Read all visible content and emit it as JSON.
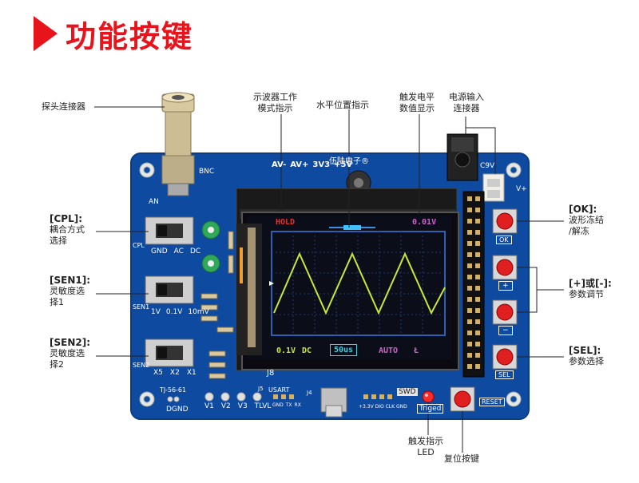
{
  "title": "功能按键",
  "colors": {
    "accent": "#e8141c",
    "pcb": "#0d4aa0",
    "lcd_bg": "#0a0a10",
    "wave": "#c8e83a",
    "button_red": "#e02020"
  },
  "callouts": {
    "probe": "探头连接器",
    "mode1": "示波器工作",
    "mode2": "模式指示",
    "hpos": "水平位置指示",
    "trig1": "触发电平",
    "trig2": "数值显示",
    "pwr1": "电源输入",
    "pwr2": "连接器",
    "cpl_head": "[CPL]:",
    "cpl_l1": "耦合方式",
    "cpl_l2": "选择",
    "sen1_head": "[SEN1]:",
    "sen1_l1": "灵敏度选",
    "sen1_l2": "择1",
    "sen2_head": "[SEN2]:",
    "sen2_l1": "灵敏度选",
    "sen2_l2": "择2",
    "ok_head": "[OK]:",
    "ok_l1": "波形冻结",
    "ok_l2": "/解冻",
    "pm_head": "[+]或[-]:",
    "pm_l1": "参数调节",
    "sel_head": "[SEL]:",
    "sel_l1": "参数选择",
    "trigled1": "触发指示",
    "trigled2": "LED",
    "reset": "复位按键"
  },
  "board": {
    "top_labels": [
      "AV-",
      "AV+",
      "3V3",
      "+5V"
    ],
    "brand": "伍陆电子®",
    "bnc": "BNC",
    "c9v": "C9V",
    "vplus": "V+",
    "an": "AN",
    "cpl_sw": [
      "GND",
      "AC",
      "DC"
    ],
    "sen1_sw": [
      "1V",
      "0.1V",
      "10mV"
    ],
    "sen2_sw": [
      "X5",
      "X2",
      "X1"
    ],
    "cpl_tag": "CPL",
    "sen1_tag": "SEN1",
    "sen2_tag": "SEN2",
    "model": "TJ-56-61",
    "dgnd": "DGND",
    "pins": [
      "V1",
      "V2",
      "V3",
      "TLVL"
    ],
    "usart": "USART",
    "usart_pins": [
      "GND",
      "TX",
      "RX"
    ],
    "swd": "SWD",
    "swd_pins": "+3.3V DIO CLK GND",
    "triged": "Triged",
    "reset_tag": "RESET",
    "j8": "J8",
    "j4": "J4",
    "j5": "J5",
    "sw_ok": "OK",
    "sw_plus": "+",
    "sw_minus": "−",
    "sw_sel": "SEL"
  },
  "lcd": {
    "mode": "HOLD",
    "trig_level": "0.01V",
    "sensitivity": "0.1V",
    "coupling": "DC",
    "timebase": "50us",
    "trig_mode": "AUTO",
    "edge": "Ł"
  }
}
